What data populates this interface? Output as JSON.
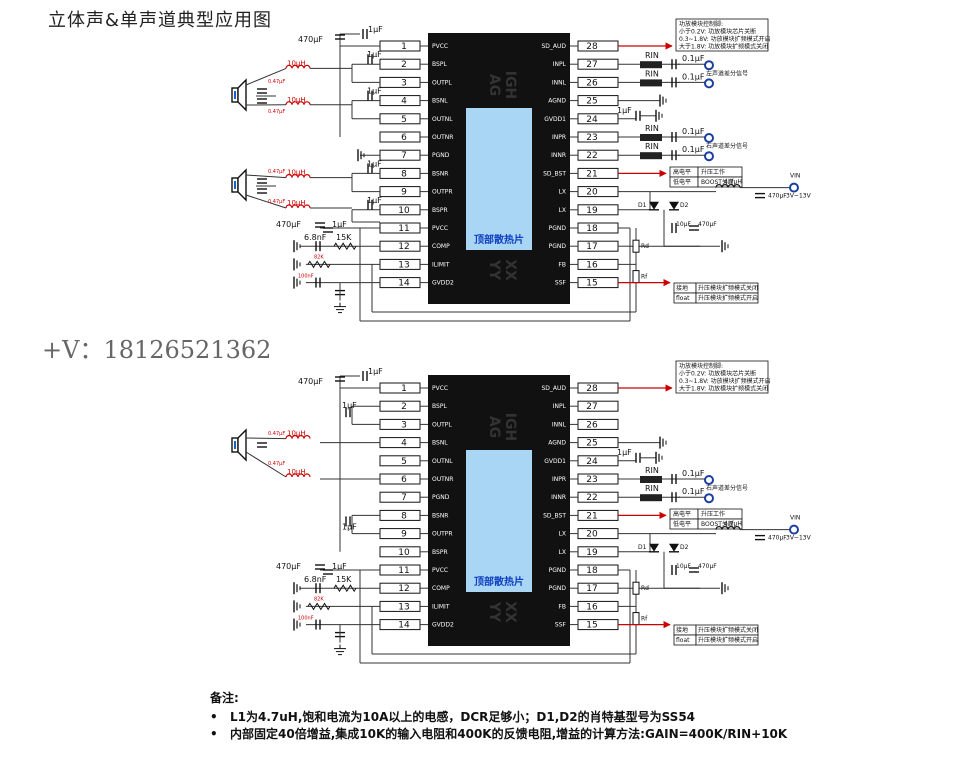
{
  "title": "立体声&单声道典型应用图",
  "contact": "+V：18126521362",
  "chip": {
    "left_pins": [
      {
        "n": "1",
        "name": "PVCC"
      },
      {
        "n": "2",
        "name": "BSPL"
      },
      {
        "n": "3",
        "name": "OUTPL"
      },
      {
        "n": "4",
        "name": "BSNL"
      },
      {
        "n": "5",
        "name": "OUTNL"
      },
      {
        "n": "6",
        "name": "OUTNR"
      },
      {
        "n": "7",
        "name": "PGND"
      },
      {
        "n": "8",
        "name": "BSNR"
      },
      {
        "n": "9",
        "name": "OUTPR"
      },
      {
        "n": "10",
        "name": "BSPR"
      },
      {
        "n": "11",
        "name": "PVCC"
      },
      {
        "n": "12",
        "name": "COMP"
      },
      {
        "n": "13",
        "name": "ILIMIT"
      },
      {
        "n": "14",
        "name": "GVDD2"
      }
    ],
    "right_pins": [
      {
        "n": "28",
        "name": "SD_AUD"
      },
      {
        "n": "27",
        "name": "INPL"
      },
      {
        "n": "26",
        "name": "INNL"
      },
      {
        "n": "25",
        "name": "AGND"
      },
      {
        "n": "24",
        "name": "GVDD1"
      },
      {
        "n": "23",
        "name": "INPR"
      },
      {
        "n": "22",
        "name": "INNR"
      },
      {
        "n": "21",
        "name": "SD_BST"
      },
      {
        "n": "20",
        "name": "LX"
      },
      {
        "n": "19",
        "name": "LX"
      },
      {
        "n": "18",
        "name": "PGND"
      },
      {
        "n": "17",
        "name": "PGND"
      },
      {
        "n": "16",
        "name": "FB"
      },
      {
        "n": "15",
        "name": "SSF"
      }
    ],
    "marking_top": "IGH\nAG",
    "marking_bottom": "XX\nYY",
    "heatsink_label": "顶部散热片"
  },
  "labels": {
    "c470uf": "470μF",
    "c1uf": "1μF",
    "c01uf": "0.1μF",
    "c047uf": "0.47μF",
    "l10uh": "10μH",
    "l47uh": "4.7μH",
    "rin": "RIN",
    "left_diff": "左声道差分信号",
    "right_diff": "右声道差分信号",
    "c68nf": "6.8nF",
    "r15k": "15K",
    "r82k": "82K",
    "c100nf": "100nF",
    "vin": "VIN",
    "vin_range": "3V~13V",
    "c470uf_b": "470μF",
    "c10uf": "10μF",
    "d1": "D1",
    "d2": "D2",
    "rd": "Rd",
    "rf": "Rf"
  },
  "boxes": {
    "sd_aud_box": [
      "功放模块控制脚:",
      "小于0.2V: 功放模块芯片关断",
      "0.3~1.8V: 功放模块扩频模式开启",
      "大于1.8V: 功放模块扩频模式关闭"
    ],
    "sd_bst_box": [
      [
        "高电平",
        "升压工作"
      ],
      [
        "低电平",
        "BOOST关断"
      ]
    ],
    "ssf_box": [
      [
        "接地",
        "升压模块扩频模式关闭"
      ],
      [
        "float",
        "升压模块扩频模式开启"
      ]
    ]
  },
  "notes": {
    "title": "备注:",
    "items": [
      "L1为4.7uH,饱和电流为10A以上的电感，DCR足够小；D1,D2的肖特基型号为SS54",
      "内部固定40倍增益,集成10K的输入电阻和400K的反馈电阻,增益的计算方法:GAIN=400K/RIN+10K"
    ]
  },
  "colors": {
    "red": "#cc0000",
    "heatsink": "#a9d6f5",
    "chip": "#111111",
    "wire": "#333333"
  }
}
